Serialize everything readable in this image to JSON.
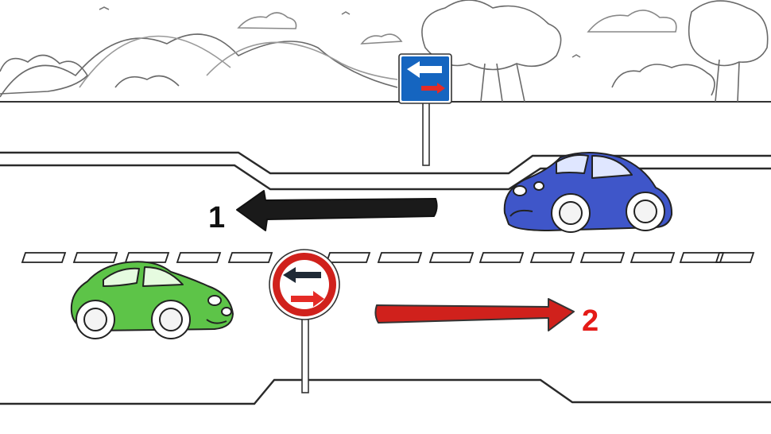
{
  "scene": {
    "arrows": [
      {
        "number": "1",
        "direction": "left",
        "color": "#1a1a1a"
      },
      {
        "number": "2",
        "direction": "right",
        "color": "#d0211c"
      }
    ],
    "signs": {
      "blue_sign": {
        "color": "#1565c0",
        "icon": "lane-direction-priority-icon"
      },
      "red_circle_sign": {
        "color": "#d0211c",
        "icon": "oncoming-priority-icon"
      }
    },
    "cars": [
      {
        "color": "#3f56c9",
        "lane": "upper",
        "facing": "left"
      },
      {
        "color": "#5dc448",
        "lane": "lower",
        "facing": "right"
      }
    ]
  }
}
